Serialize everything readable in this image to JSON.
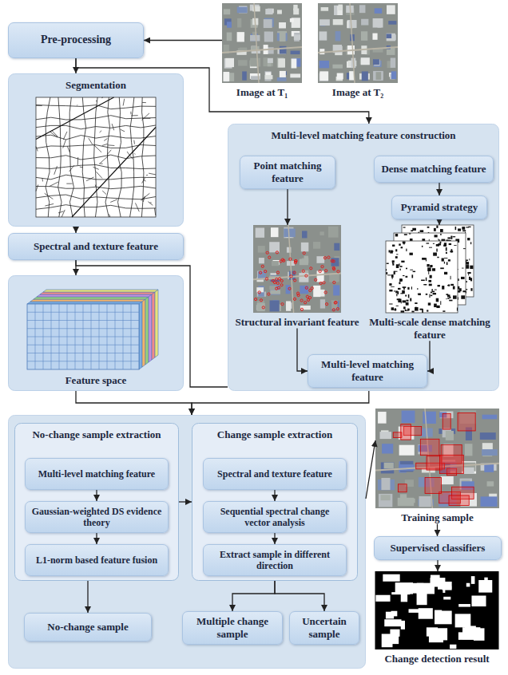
{
  "diagram": {
    "nodes": [
      {
        "text": [
          "Pre-processing"
        ]
      },
      {
        "text": [
          "Image at T₁"
        ]
      },
      {
        "text": [
          "Image at T₂"
        ]
      },
      {
        "text": [
          "Segmentation"
        ]
      },
      {
        "text": [
          "Spectral and texture feature"
        ]
      },
      {
        "text": [
          "Multi-level matching feature construction"
        ]
      },
      {
        "text": [
          "Point matching feature"
        ],
        "in": 5
      },
      {
        "text": [
          "Dense matching feature"
        ],
        "in": 5
      },
      {
        "text": [
          "Pyramid strategy"
        ],
        "in": 5
      },
      {
        "text": [
          "Structural invariant feature"
        ],
        "in": 5
      },
      {
        "text": [
          "Multi-scale dense matching feature"
        ],
        "in": 5
      },
      {
        "text": [
          "Multi-level matching feature"
        ],
        "in": 5
      },
      {
        "text": [
          "Feature space"
        ]
      },
      {
        "text": []
      },
      {
        "text": [
          "No-change sample extraction"
        ],
        "in": 13
      },
      {
        "text": [
          "Multi-level matching feature"
        ],
        "in": 14
      },
      {
        "text": [
          "Gaussian-weighted DS evidence theory"
        ],
        "in": 14
      },
      {
        "text": [
          "L1-norm based feature fusion"
        ],
        "in": 14
      },
      {
        "text": [
          "Change sample extraction"
        ],
        "in": 13
      },
      {
        "text": [
          "Spectral and texture feature"
        ],
        "in": 18
      },
      {
        "text": [
          "Sequential spectral change vector analysis"
        ],
        "in": 18
      },
      {
        "text": [
          "Extract sample in different direction"
        ],
        "in": 18
      },
      {
        "text": [
          "No-change sample"
        ],
        "in": 13
      },
      {
        "text": [
          "Multiple change sample"
        ],
        "in": 13
      },
      {
        "text": [
          "Uncertain sample"
        ],
        "in": 13
      },
      {
        "text": [
          "Training sample"
        ]
      },
      {
        "text": [
          "Supervised classifiers"
        ]
      },
      {
        "text": [
          "Change detection result"
        ]
      }
    ],
    "edges": [
      {
        "from": 1,
        "to": 0,
        "arrow": "to"
      },
      {
        "from": 0,
        "to": 3,
        "arrow": "to"
      },
      {
        "from": 0,
        "to": 5,
        "arrow": "to"
      },
      {
        "from": 3,
        "to": 4,
        "arrow": "to"
      },
      {
        "from": 4,
        "to": 12,
        "arrow": "to"
      },
      {
        "from": 4,
        "to": 5,
        "arrow": "none"
      },
      {
        "from": 12,
        "to": 13,
        "arrow": "to"
      },
      {
        "from": 5,
        "to": 13,
        "arrow": "to"
      },
      {
        "from": 6,
        "to": 9,
        "arrow": "to"
      },
      {
        "from": 7,
        "to": 8,
        "arrow": "to"
      },
      {
        "from": 8,
        "to": 10,
        "arrow": "to"
      },
      {
        "from": 9,
        "to": 11,
        "arrow": "to"
      },
      {
        "from": 10,
        "to": 11,
        "arrow": "to"
      },
      {
        "from": 15,
        "to": 16,
        "arrow": "to"
      },
      {
        "from": 16,
        "to": 17,
        "arrow": "to"
      },
      {
        "from": 19,
        "to": 20,
        "arrow": "to"
      },
      {
        "from": 20,
        "to": 21,
        "arrow": "to"
      },
      {
        "from": 14,
        "to": 18,
        "arrow": "to"
      },
      {
        "from": 14,
        "to": 22,
        "arrow": "to"
      },
      {
        "from": 18,
        "to": 23,
        "arrow": "to"
      },
      {
        "from": 18,
        "to": 24,
        "arrow": "to"
      },
      {
        "from": 13,
        "to": 25,
        "arrow": "to"
      },
      {
        "from": 25,
        "to": 26,
        "arrow": "to"
      },
      {
        "from": 26,
        "to": 27,
        "arrow": "to"
      }
    ]
  }
}
